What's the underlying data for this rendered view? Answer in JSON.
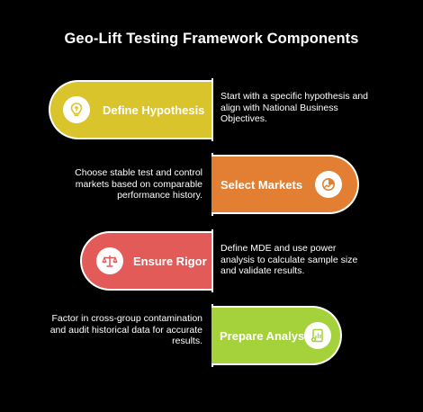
{
  "title": "Geo-Lift Testing Framework Components",
  "components": [
    {
      "label": "Define Hypothesis",
      "description": "Start with a specific hypothesis and align with National Business Objectives.",
      "color": "#d9c52b",
      "icon": "lightbulb-icon"
    },
    {
      "label": "Select Markets",
      "description": "Choose stable test and control markets based on comparable performance history.",
      "color": "#e37f32",
      "icon": "chart-analysis-icon"
    },
    {
      "label": "Ensure Rigor",
      "description": "Define MDE and use power analysis to calculate sample size and validate results.",
      "color": "#e35b59",
      "icon": "scales-icon"
    },
    {
      "label": "Prepare Analysis",
      "description": "Factor in cross-group contamination and audit historical data for accurate results.",
      "color": "#a5d23a",
      "icon": "report-icon"
    }
  ]
}
